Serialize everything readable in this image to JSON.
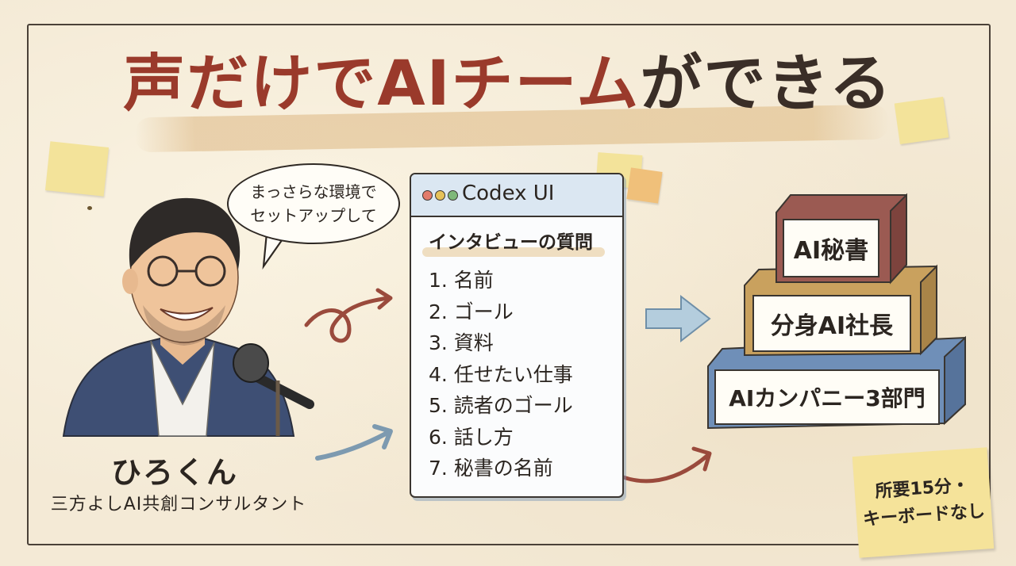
{
  "title": {
    "part1": "声だけで",
    "part2": "AIチーム",
    "part3": "ができる"
  },
  "speech_bubble": {
    "line1": "まっさらな環境で",
    "line2": "セットアップして"
  },
  "presenter": {
    "name": "ひろくん",
    "role": "三方よしAI共創コンサルタント"
  },
  "codex_window": {
    "title": "Codex UI",
    "heading": "インタビューの質問",
    "questions": [
      "1. 名前",
      "2. ゴール",
      "3. 資料",
      "4. 任せたい仕事",
      "5. 読者のゴール",
      "6. 話し方",
      "7. 秘書の名前"
    ]
  },
  "stack": {
    "top": "AI秘書",
    "middle": "分身AI社長",
    "bottom": "AIカンパニー3部門"
  },
  "note": {
    "line1": "所要15分・",
    "line2": "キーボードなし"
  },
  "colors": {
    "title_red": "#9a3a2b",
    "box_top": "#9b5a52",
    "box_middle": "#c9a15e",
    "box_bottom": "#6f8fb8",
    "window_bar": "#dbe7f2",
    "sticky": "#f5e39a"
  }
}
